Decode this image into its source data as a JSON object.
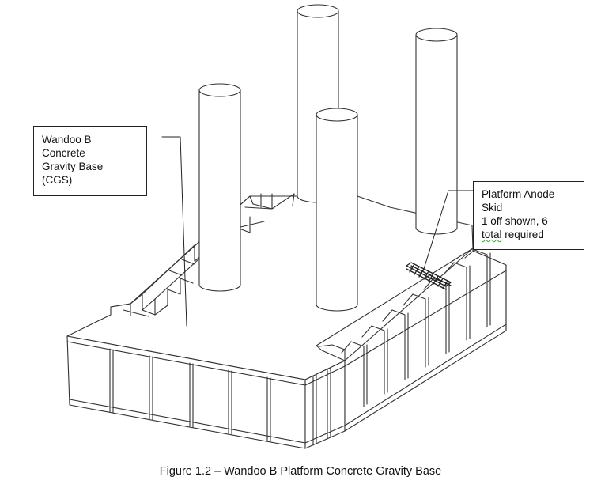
{
  "callouts": {
    "cgs": {
      "lines": [
        "Wandoo B",
        "Concrete",
        "Gravity Base",
        "(CGS)"
      ]
    },
    "skid": {
      "lines": [
        "Platform Anode",
        "Skid",
        "1 off shown,  6"
      ],
      "last_line_prefix": "total",
      "last_line_word": "required"
    }
  },
  "caption": "Figure 1.2 – Wandoo B Platform Concrete Gravity Base",
  "colors": {
    "line": "#333333",
    "fill": "#ffffff",
    "skid": "#222222"
  },
  "icons": [
    "leader-line",
    "anode-skid-lattice"
  ]
}
